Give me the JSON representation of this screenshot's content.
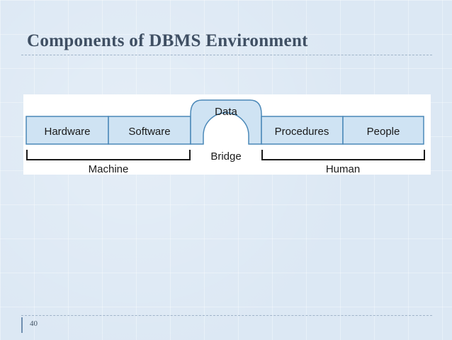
{
  "slide": {
    "title": "Components of DBMS Environment",
    "page_number": "40"
  },
  "diagram": {
    "boxes": [
      "Hardware",
      "Software",
      "Procedures",
      "People"
    ],
    "arch_label": "Data",
    "bridge_label": "Bridge",
    "groups": [
      "Machine",
      "Human"
    ]
  },
  "colors": {
    "box_fill": "#cfe3f3",
    "box_stroke": "#4a88b8",
    "title": "#3f4f63"
  }
}
